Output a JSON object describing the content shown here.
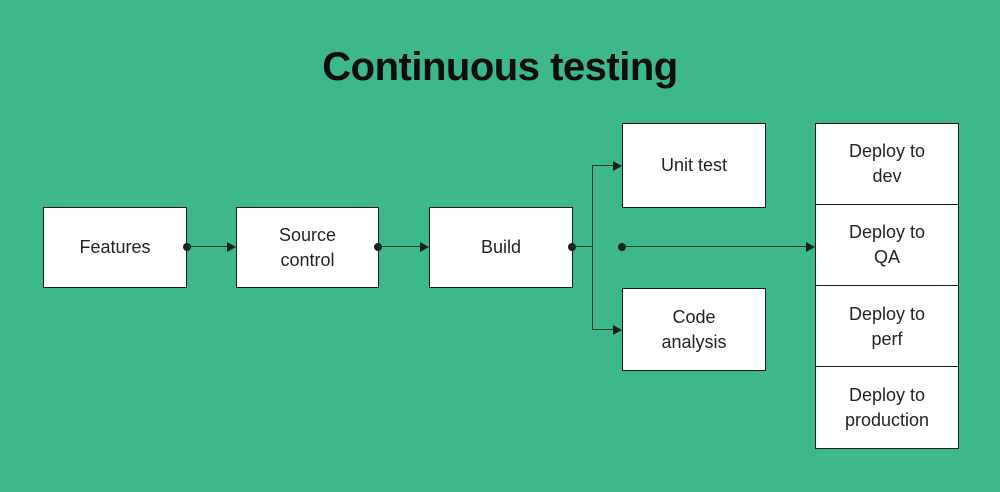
{
  "diagram": {
    "title": "Continuous testing",
    "background_color": "#3cb88b",
    "box_fill_color": "#ffffff",
    "box_border_color": "#1a1a1a",
    "box_text_color": "#232323",
    "title_color": "#0d0d0d",
    "connector_color": "#1b3a2e",
    "nodes": [
      {
        "id": "features",
        "label": "Features"
      },
      {
        "id": "source",
        "label": "Source\ncontrol"
      },
      {
        "id": "build",
        "label": "Build"
      },
      {
        "id": "unit_test",
        "label": "Unit test"
      },
      {
        "id": "code_analysis",
        "label": "Code\nanalysis"
      }
    ],
    "deploy_stack": [
      {
        "id": "deploy_dev",
        "label": "Deploy to\ndev"
      },
      {
        "id": "deploy_qa",
        "label": "Deploy to\nQA"
      },
      {
        "id": "deploy_perf",
        "label": "Deploy to\nperf"
      },
      {
        "id": "deploy_production",
        "label": "Deploy to\nproduction"
      }
    ],
    "edges": [
      {
        "from": "features",
        "to": "source"
      },
      {
        "from": "source",
        "to": "build"
      },
      {
        "from": "build",
        "to": "unit_test"
      },
      {
        "from": "build",
        "to": "code_analysis"
      },
      {
        "from": "build",
        "to": "deploy_qa"
      }
    ]
  }
}
